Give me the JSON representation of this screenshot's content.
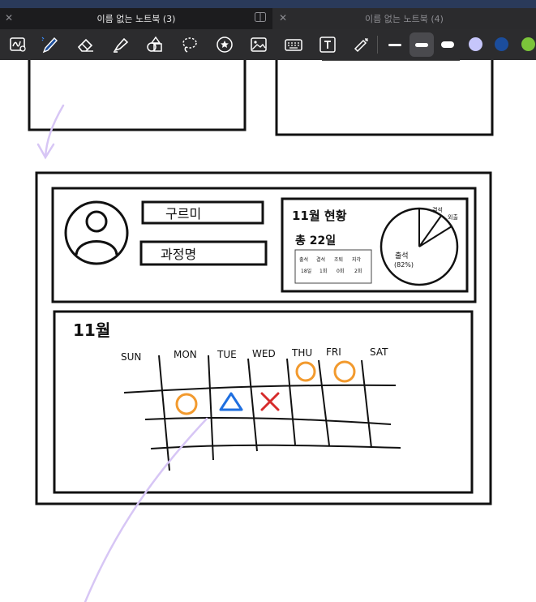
{
  "tabs": [
    {
      "title": "이름 없는 노트북 (3)",
      "active": true
    },
    {
      "title": "이름 없는 노트북 (4)",
      "active": false
    }
  ],
  "toolbar": {
    "tools": [
      "handwriting-to-text-icon",
      "pen-icon",
      "eraser-icon",
      "highlighter-icon",
      "shapes-icon",
      "lasso-icon",
      "sticker-icon",
      "image-icon",
      "keyboard-icon",
      "text-box-icon",
      "laser-pointer-icon"
    ],
    "stroke_widths": [
      "thin",
      "medium",
      "thick"
    ],
    "selected_width": "medium",
    "colors": [
      "#c6c6fb",
      "#1b4d9c",
      "#7bc43a"
    ]
  },
  "canvas": {
    "profile": {
      "name": "구르미",
      "sub_name": "과정명"
    },
    "status": {
      "title": "11월 현황",
      "total": "총 22일",
      "table_headers": [
        "출석",
        "결석",
        "조퇴",
        "지각"
      ],
      "table_values": [
        "18일",
        "1회",
        "0회",
        "2회"
      ],
      "pie_label_attend": "출석",
      "pie_label_attend_pct": "(82%)",
      "pie_label_absent": "결석",
      "pie_label_out": "외출"
    },
    "calendar": {
      "month": "11월",
      "days": [
        "SUN",
        "MON",
        "TUE",
        "WED",
        "THU",
        "FRI",
        "SAT"
      ]
    }
  }
}
